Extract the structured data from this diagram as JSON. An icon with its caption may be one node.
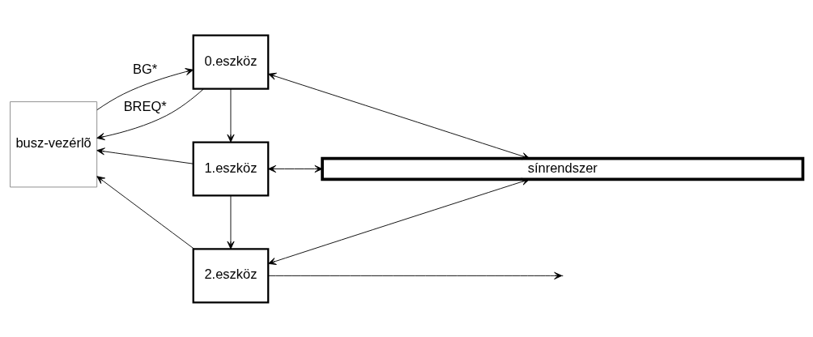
{
  "diagram": {
    "nodes": [
      {
        "text": [
          "busz-vezérlõ"
        ]
      },
      {
        "text": [
          "0.eszköz"
        ]
      },
      {
        "text": [
          "1.eszköz"
        ]
      },
      {
        "text": [
          "2.eszköz"
        ]
      },
      {
        "text": [
          "sínrendszer"
        ]
      }
    ],
    "edges": [
      {
        "from": 0,
        "to": 1,
        "arrow": "to",
        "label": "BG*"
      },
      {
        "from": 1,
        "to": 2,
        "arrow": "to"
      },
      {
        "from": 2,
        "to": 3,
        "arrow": "to"
      },
      {
        "from": 3,
        "to": null,
        "arrow": "to"
      },
      {
        "from": 1,
        "to": 0,
        "arrow": "to",
        "label": "BREQ*"
      },
      {
        "from": 2,
        "to": 0,
        "arrow": "to"
      },
      {
        "from": 3,
        "to": 0,
        "arrow": "to"
      },
      {
        "from": 1,
        "to": 4,
        "arrow": "both"
      },
      {
        "from": 2,
        "to": 4,
        "arrow": "both"
      },
      {
        "from": 3,
        "to": 4,
        "arrow": "both"
      }
    ]
  }
}
